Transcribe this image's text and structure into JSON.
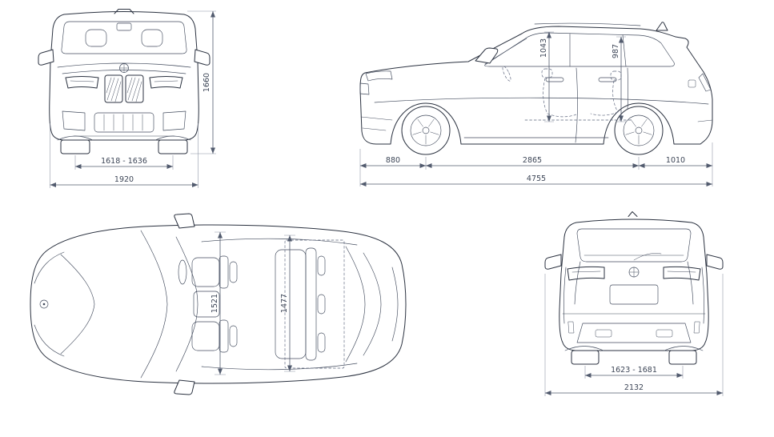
{
  "colors": {
    "car_line": "#2b3240",
    "dimension_line": "#525b6e",
    "dimension_text": "#3d4657",
    "background": "#ffffff"
  },
  "views": {
    "front": {
      "overall_height": "1660",
      "track_width": "1618 - 1636",
      "overall_width": "1920"
    },
    "side": {
      "interior_height_front": "1043",
      "interior_height_rear": "987",
      "front_overhang": "880",
      "wheelbase": "2865",
      "rear_overhang": "1010",
      "overall_length": "4755"
    },
    "top": {
      "interior_width_front": "1521",
      "interior_width_rear": "1477"
    },
    "rear": {
      "track_width": "1623 - 1681",
      "overall_width_incl_mirrors": "2132"
    }
  }
}
